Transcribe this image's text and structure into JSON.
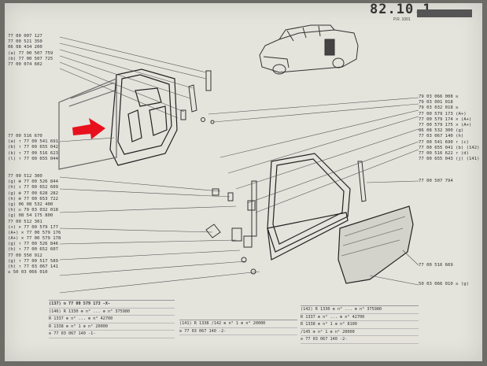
{
  "header": {
    "page_ref": "82.10.1",
    "sub_ref": "P.R. 1001"
  },
  "left_labels": [
    "77 00 007 127",
    "77 00 521 350",
    "06 08 434 200",
    "(a) 77 00 507 759",
    "(b) 77 00 507 725",
    "77 00 074 602"
  ],
  "left_mid_labels": [
    "77 00 516 670",
    "(a) ↑ 77 00 541 691",
    "(b) ↑ 77 00 655 042",
    "(k) ↑ 77 00 516 623",
    "(l) ↑ 77 00 655 044"
  ],
  "left_low_labels": [
    "77 00 512 300",
    "(g) ⊕ 77 00 526 844",
    "(h) ↕ 77 00 652 609",
    "(g) ⊕ 77 00 628 282",
    "(h) ⊕ 77 00 653 722",
    "(g) 06 08 532 400",
    "(h) ☒ 79 03 032 018",
    "(g) 08 54 175 800",
    "77 00 512 301",
    "(+) ✕ 77 00 579 177",
    "(A+) ✕ 77 00 579 176",
    "(A+) ✕ 77 00 579 178",
    "(g) ↑ 77 00 526 846",
    "(h) ↑ 77 00 652 607",
    "77 00 550 912",
    "(g) ↑ 77 00 517 589",
    "(h) ↑ 77 03 067 141",
    "☒ 50 03 066 010"
  ],
  "right_labels": [
    "79 03 066 008 ☒",
    "79 03 001 018",
    "79 03 032 018 ☒",
    "77 00 579 173 (A+)",
    "77 00 579 174 ✕ (A+)",
    "77 00 579 175 ✕ (A+)",
    "06 08 532 300 (g)",
    "77 03 067 140 (h)",
    "77 00 541 690 ↑ (c)",
    "77 00 655 041 (b) (142)",
    "77 00 516 622 ↑ (d)",
    "77 00 655 043 (j) (141)"
  ],
  "right_single": [
    {
      "text": "77 00 507 794"
    },
    {
      "text": "77 00 516 669"
    },
    {
      "text": "50 03 066 010 ☒ (g)"
    }
  ],
  "table_left": [
    "(137)  ⊖  77 00 579 173 -X-",
    "(146)  R 1330  ⊕ n° ... ⊕ n° 375980",
    "       R 1337  ⊕ n° ... ⊕ n° 42700",
    "       R 1338  ⊕ n° 1 ⊕ n° 20000",
    "       ⊖ 77 03 067 140 -1-"
  ],
  "table_mid": [
    "(141)  R 1338  /142 ⊕ n° 1 ⊕ n° 20000",
    "       ⊖ 77 03 067 140 -2-"
  ],
  "table_right": [
    "(142)  R 1330  ⊕ n° ... ⊕ n° 375980",
    "       R 1337  ⊕ n° ... ⊕ n° 42700",
    "       R 1338  ⊕ n° 1 ⊕ n° 8100",
    "       /145  ⊕ n° 1 ⊕ n° 20000",
    "       ⊖ 77 03 067 140 -2-"
  ],
  "colors": {
    "paper": "#e4e3dc",
    "ink": "#333333",
    "arrow": "#e8101c"
  }
}
